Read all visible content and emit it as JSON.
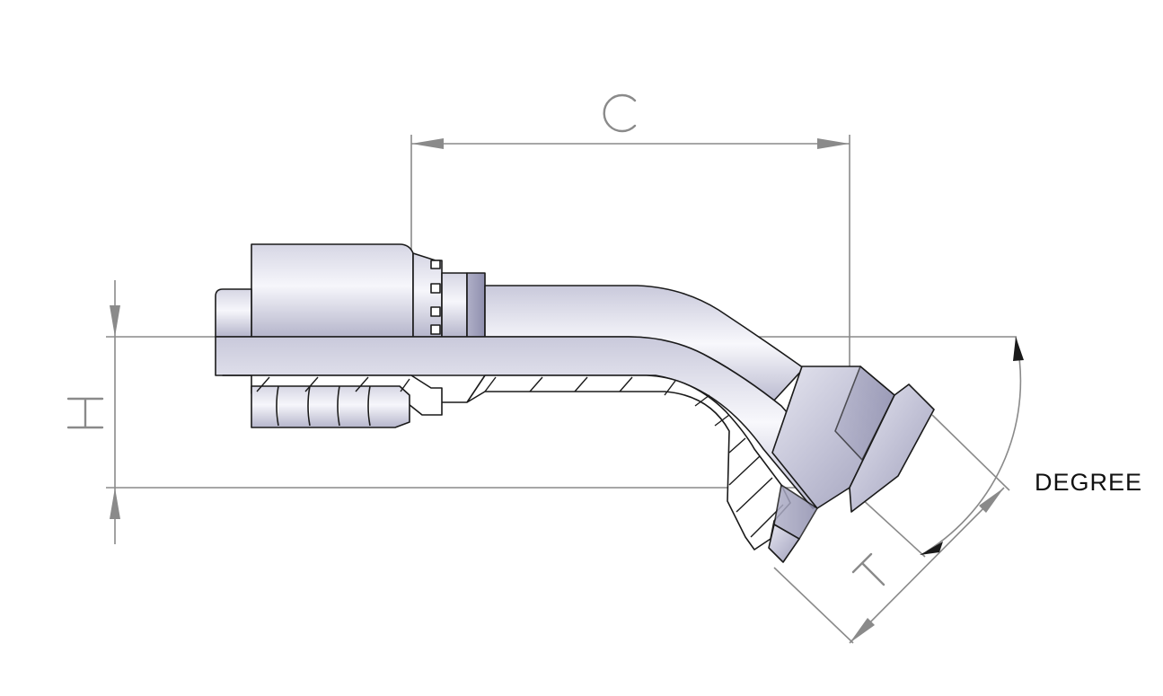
{
  "dimensions": {
    "c_label": "C",
    "h_label": "H",
    "t_label": "T",
    "angle_label": "DEGREE"
  },
  "colors": {
    "metal_light": "#f4f4fa",
    "metal_mid": "#d6d6e4",
    "metal_dark": "#a9a9c2",
    "outline": "#1a1a1a",
    "dimension": "#8a8a8a"
  }
}
